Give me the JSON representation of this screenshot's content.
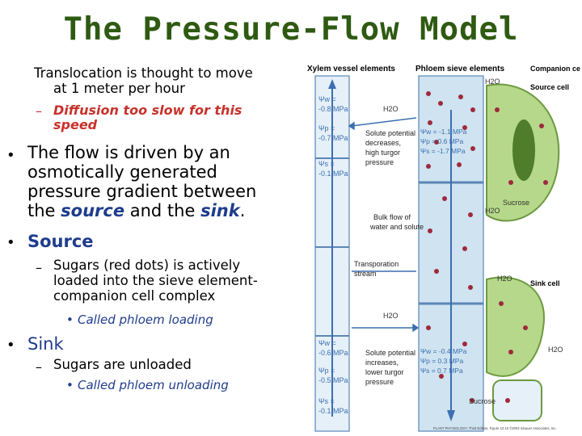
{
  "title": "The Pressure-Flow Model",
  "intro": {
    "line1": "Translocation is thought to move",
    "line2": "at 1 meter per hour",
    "sub1_a": "Diffusion too slow for this",
    "sub1_b": "speed"
  },
  "bullet_flow": {
    "line1": "The flow is driven by an",
    "line2": "osmotically generated",
    "line3": "pressure gradient between",
    "line4_pre": "the ",
    "source_word": "source",
    "line4_mid": " and the ",
    "sink_word": "sink",
    "line4_end": "."
  },
  "bullet_source": {
    "label": "Source",
    "sub1": "Sugars (red dots) is actively",
    "sub2": "loaded into the sieve element-",
    "sub3": "companion cell complex",
    "subsub": "Called phloem loading"
  },
  "bullet_sink": {
    "label": "Sink",
    "sub": "Sugars are unloaded",
    "subsub": "Called phloem unloading"
  },
  "markers": {
    "bullet": "•",
    "dash": "–"
  },
  "diagram": {
    "xylem_header": "Xylem vessel elements",
    "phloem_header": "Phloem sieve elements",
    "companion": "Companion cell",
    "source_cell": "Source cell",
    "sink_cell": "Sink cell",
    "h2o": "H2O",
    "sucrose": "Sucrose",
    "bulk_flow_1": "Bulk flow of",
    "bulk_flow_2": "water and solute",
    "transpiration_1": "Transporation",
    "transpiration_2": "stream",
    "solute_top_1": "Solute potential",
    "solute_top_2": "decreases,",
    "solute_top_3": "high turgor",
    "solute_top_4": "pressure",
    "solute_bot_1": "Solute potential",
    "solute_bot_2": "increases,",
    "solute_bot_3": "lower turgor",
    "solute_bot_4": "pressure",
    "xylem_top": [
      "Ψw =",
      "-0.8 MPa",
      "Ψp =",
      "-0.7 MPa",
      "Ψs =",
      "-0.1 MPa"
    ],
    "xylem_bot": [
      "Ψw =",
      "-0.6 MPa",
      "Ψp =",
      "-0.5 MPa",
      "Ψs =",
      "-0.1 MPa"
    ],
    "phloem_top": [
      "Ψw = -1.1 MPa",
      "Ψp = 0.6 MPa",
      "Ψs = -1.7 MPa"
    ],
    "phloem_bot": [
      "Ψw = -0.4 MPa",
      "Ψp = 0.3 MPa",
      "Ψs = 0.7 MPa"
    ],
    "credit": "PLANT PHYSIOLOGY, Third Edition, Figure 10.10 ©2002 Sinauer Associates, Inc.",
    "colors": {
      "xylem": "#e6f0f8",
      "phloem": "#cfe3f1",
      "cell_wall": "#9bbd6a",
      "companion": "#b6d88a",
      "sucrose_dot": "#9e2a3b",
      "arrow": "#3b6fb0"
    }
  }
}
